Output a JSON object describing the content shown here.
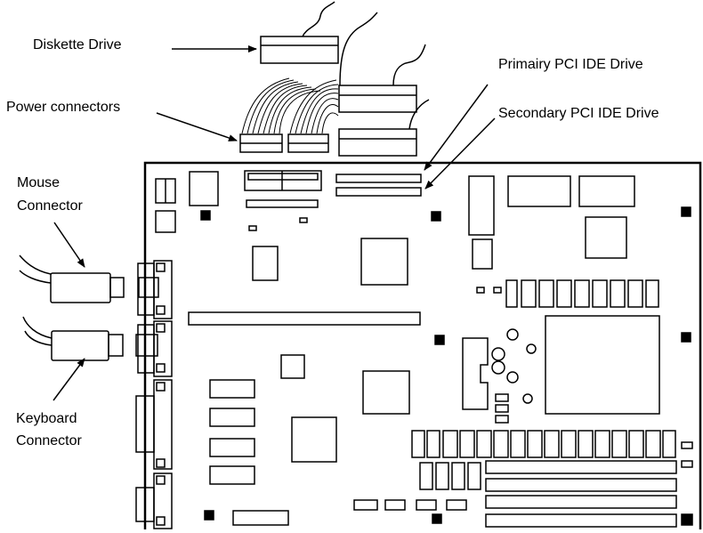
{
  "labels": {
    "diskette_drive": "Diskette Drive",
    "power_connectors": "Power connectors",
    "primary_pci_ide": "Primairy PCI IDE Drive",
    "secondary_pci_ide": "Secondary PCI IDE Drive",
    "mouse_connector_line1": "Mouse",
    "mouse_connector_line2": "Connector",
    "keyboard_connector_line1": "Keyboard",
    "keyboard_connector_line2": "Connector"
  },
  "colors": {
    "line": "#000000",
    "background": "#ffffff"
  }
}
